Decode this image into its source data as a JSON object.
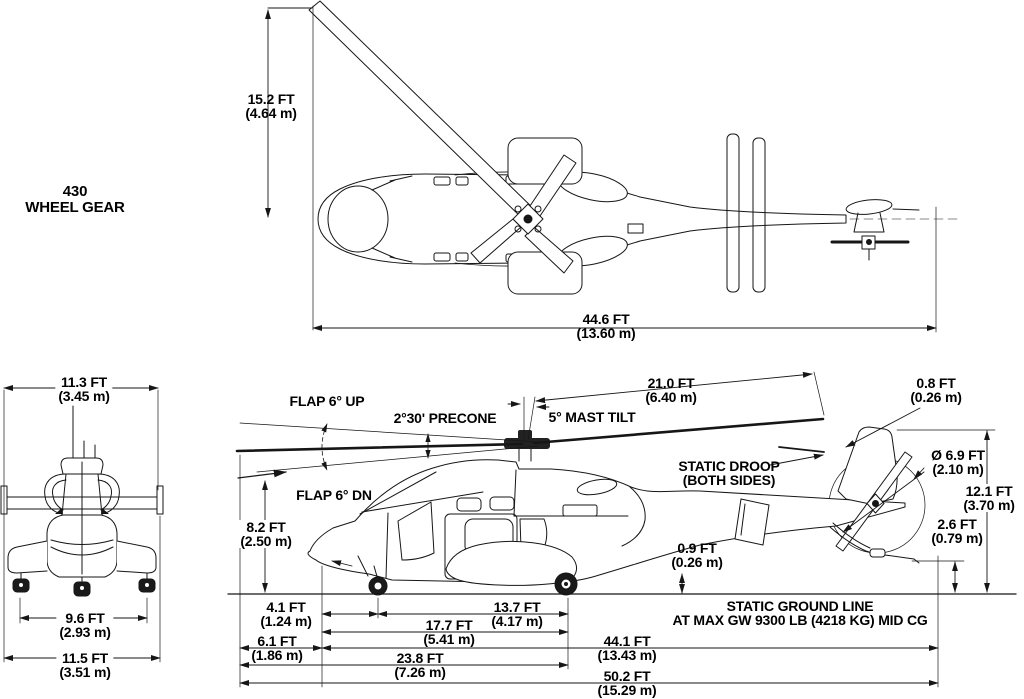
{
  "page": {
    "background": "#ffffff",
    "line_color": "#161616",
    "text_color": "#000000",
    "description": "Bell 430 helicopter three-view dimensional drawing (top, front and side views) with wheel landing gear"
  },
  "title_label": {
    "line1": "430",
    "line2": "WHEEL GEAR"
  },
  "top_view": {
    "rotor_radius": {
      "ft": "15.2 FT",
      "m": "(4.64 m)"
    },
    "overall_length": {
      "ft": "44.6 FT",
      "m": "(13.60 m)"
    }
  },
  "front_view": {
    "stabilizer_span": {
      "ft": "11.3 FT",
      "m": "(3.45 m)"
    },
    "wheel_track": {
      "ft": "9.6 FT",
      "m": "(2.93 m)"
    },
    "overall_width": {
      "ft": "11.5 FT",
      "m": "(3.51 m)"
    }
  },
  "side_view": {
    "flap_up": "FLAP 6° UP",
    "precone": "2°30' PRECONE",
    "mast_tilt": "5° MAST TILT",
    "flap_dn": "FLAP 6° DN",
    "mast_to_blade_tip": {
      "ft": "21.0 FT",
      "m": "(6.40 m)"
    },
    "blade_tip_clearance": {
      "ft": "0.8 FT",
      "m": "(0.26 m)"
    },
    "static_droop": {
      "line1": "STATIC DROOP",
      "line2": "(BOTH SIDES)"
    },
    "tail_rotor_diameter": {
      "ft": "Ø 6.9 FT",
      "m": "(2.10 m)"
    },
    "overall_height": {
      "ft": "12.1 FT",
      "m": "(3.70 m)"
    },
    "tail_clearance": {
      "ft": "2.6 FT",
      "m": "(0.79 m)"
    },
    "blade_tip_height": {
      "ft": "8.2 FT",
      "m": "(2.50 m)"
    },
    "boom_clearance": {
      "ft": "0.9 FT",
      "m": "(0.26 m)"
    },
    "nose_to_nosewheel": {
      "ft": "4.1 FT",
      "m": "(1.24 m)"
    },
    "wheelbase": {
      "ft": "13.7 FT",
      "m": "(4.17 m)"
    },
    "nose_to_mainwheel": {
      "ft": "17.7 FT",
      "m": "(5.41 m)"
    },
    "bladetip_to_nose": {
      "ft": "6.1 FT",
      "m": "(1.86 m)"
    },
    "fuselage_length": {
      "ft": "44.1 FT",
      "m": "(13.43 m)"
    },
    "bladetip_to_mainwheel": {
      "ft": "23.8 FT",
      "m": "(7.26 m)"
    },
    "overall_length_rotors": {
      "ft": "50.2 FT",
      "m": "(15.29 m)"
    },
    "ground_line": {
      "line1": "STATIC GROUND LINE",
      "line2": "AT MAX GW 9300 LB (4218 KG) MID CG"
    }
  }
}
